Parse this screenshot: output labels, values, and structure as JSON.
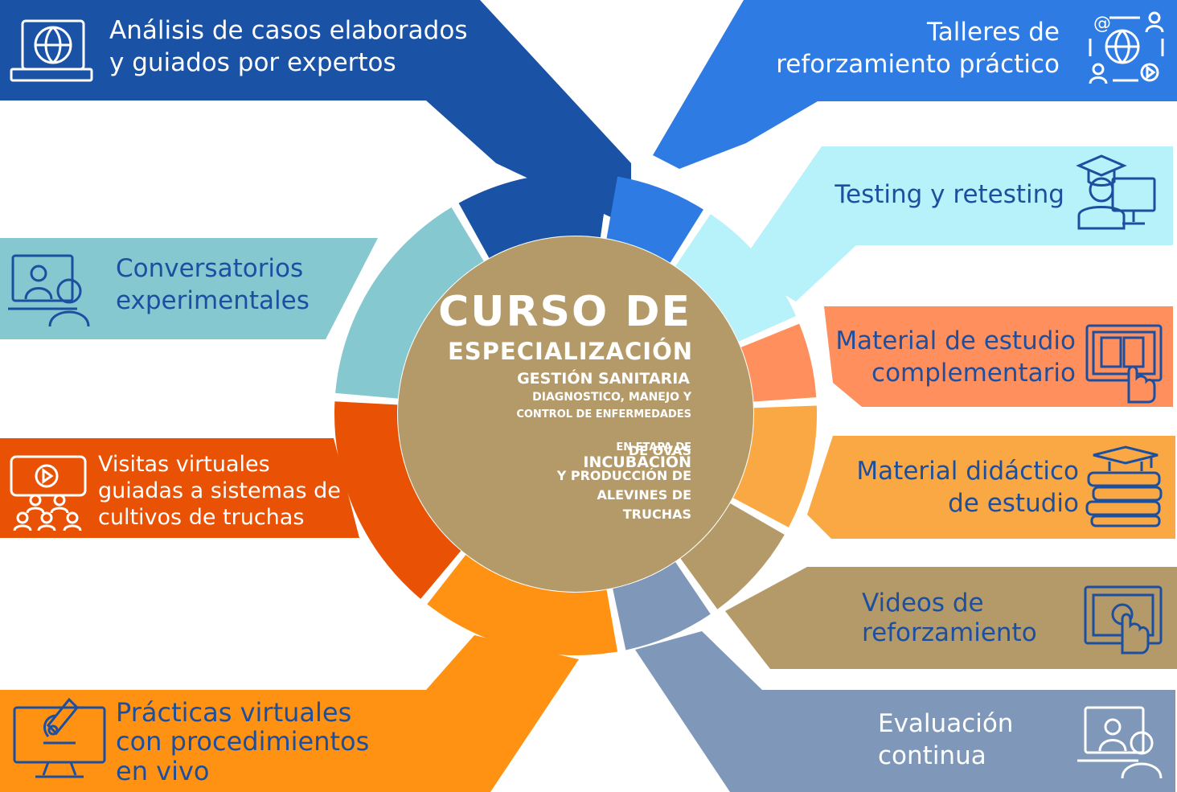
{
  "colors": {
    "dark_blue": "#1a52a5",
    "blue": "#2e7be3",
    "light_cyan": "#b7f1f9",
    "teal": "#85c8d0",
    "salmon": "#ff8f5c",
    "light_orange": "#f9a843",
    "tan": "#b49a69",
    "blue_gray": "#7f98b9",
    "orange": "#ff9212",
    "red_orange": "#e95204",
    "icon_blue": "#1c4fa0",
    "center": "#b49a69"
  },
  "center": {
    "title_line1": "CURSO DE",
    "title_line2": "ESPECIALIZACIÓN",
    "subtitle_line1": "GESTIÓN SANITARIA",
    "subtitle_line2": "DIAGNOSTICO, MANEJO Y",
    "subtitle_line3": "CONTROL DE ENFERMEDADES",
    "subtitle_line4_prefix": "EN ETAPA DE",
    "subtitle_line4_emph": "INCUBACIÓN",
    "subtitle_line5": "DE OVAS",
    "subtitle_line6": "Y PRODUCCIÓN DE",
    "subtitle_line7": "ALEVINES DE",
    "subtitle_line8": "TRUCHAS"
  },
  "items": {
    "analisis": {
      "label": "Análisis de casos elaborados\ny guiados por expertos",
      "icon": "laptop-globe-icon"
    },
    "talleres": {
      "label": "Talleres de\nreforzamiento  práctico",
      "icon": "network-globe-icon"
    },
    "testing": {
      "label": "Testing y retesting",
      "icon": "graduate-computer-icon"
    },
    "conversatorios": {
      "label": "Conversatorios\nexperimentales",
      "icon": "video-call-icon"
    },
    "material_complementario": {
      "label": "Material de estudio\ncomplementario",
      "icon": "ebook-touch-icon"
    },
    "visitas": {
      "label": "Visitas virtuales\nguiadas a sistemas de\ncultivos de truchas",
      "icon": "video-audience-icon"
    },
    "material_didactico": {
      "label": "Material didáctico\nde estudio",
      "icon": "books-stack-icon"
    },
    "videos": {
      "label": "Videos de\nreforzamiento",
      "icon": "touch-screen-icon"
    },
    "practicas": {
      "label": "Prácticas virtuales\ncon procedimientos\nen vivo",
      "icon": "microscope-monitor-icon"
    },
    "evaluacion": {
      "label": "Evaluación\ncontinua",
      "icon": "online-teacher-icon"
    }
  }
}
